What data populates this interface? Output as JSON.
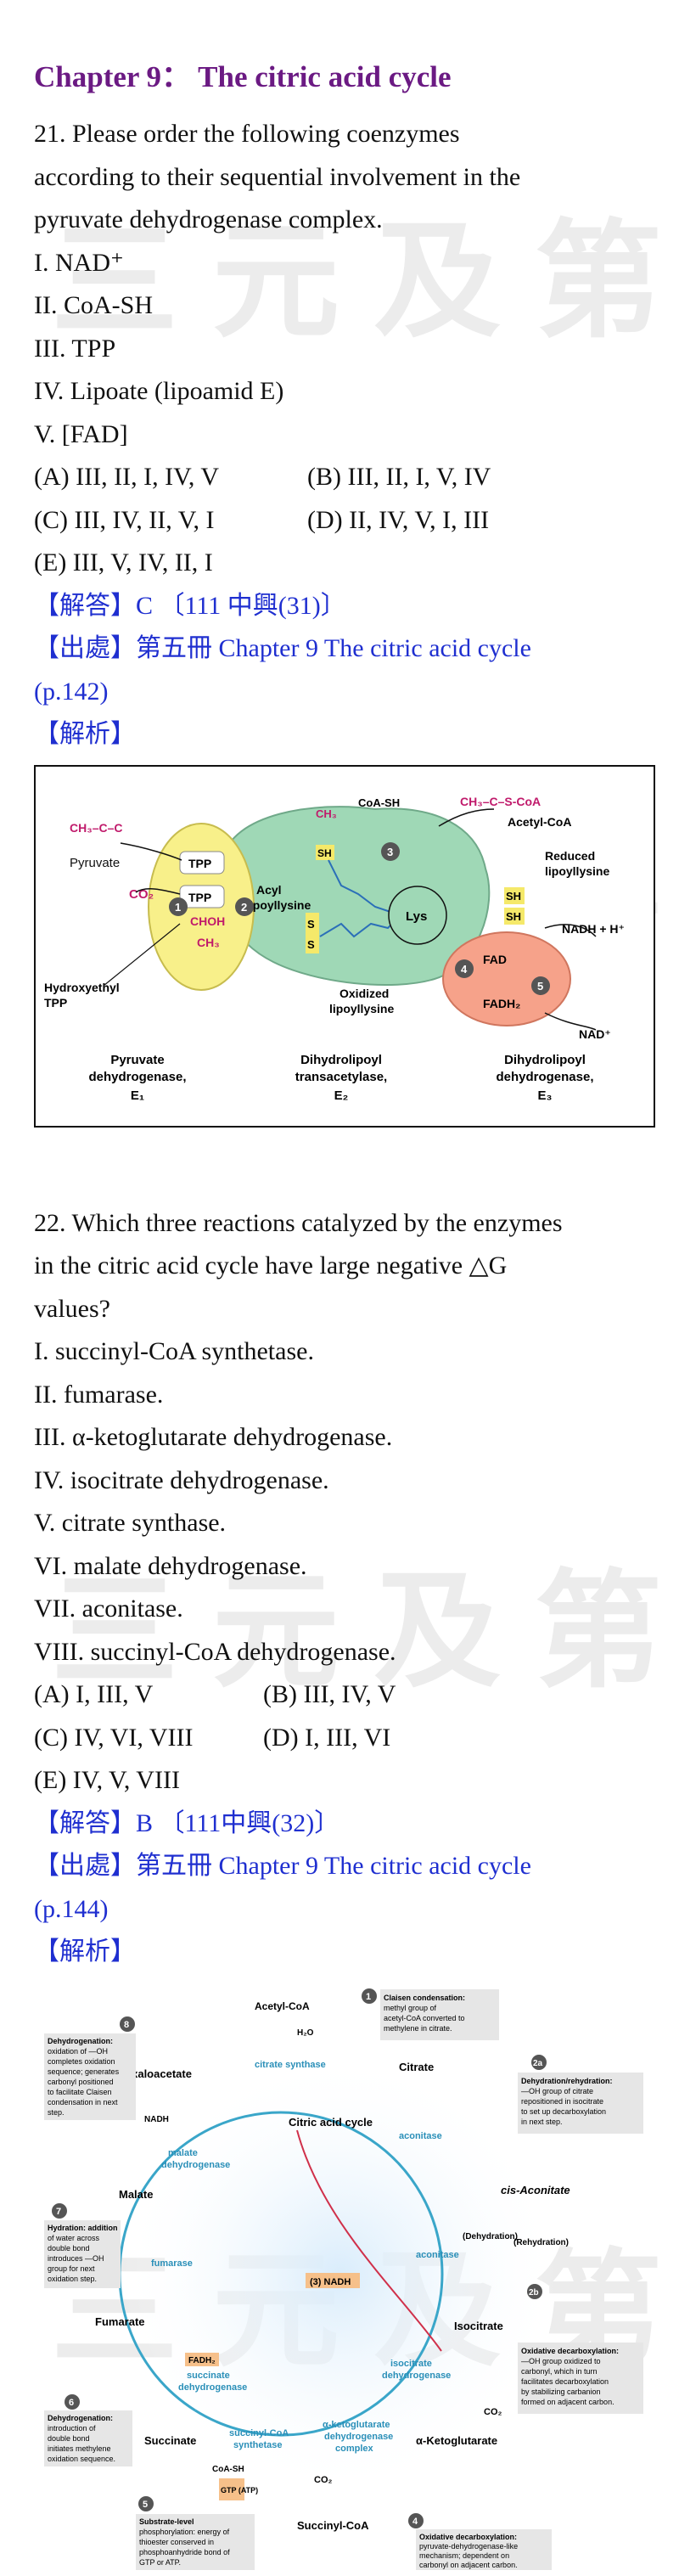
{
  "watermark": "三元及第",
  "chapter_title": "Chapter 9： The citric acid cycle",
  "q21": {
    "stem": [
      "21.  Please order the following coenzymes",
      "according to their sequential involvement in the",
      "pyruvate dehydrogenase complex."
    ],
    "items": [
      "I. NAD⁺",
      "II. CoA-SH",
      "III. TPP",
      "IV. Lipoate (lipoamid E)",
      "V. [FAD]"
    ],
    "options": [
      [
        "(A) III, II, I, IV, V",
        "(B) III, II, I, V, IV"
      ],
      [
        "(C) III, IV, II, V, I",
        "(D) II, IV, V, I, III"
      ],
      [
        "(E) III, V, IV, II, I",
        ""
      ]
    ],
    "answer": "【解答】C    〔111 中興(31)〕",
    "source_1": "【出處】第五冊  Chapter 9 The citric acid cycle",
    "source_2": "(p.142)",
    "analysis": "【解析】"
  },
  "fig1": {
    "pyruvate": "Pyruvate",
    "pyr_struct": "CH₃–C–C",
    "co2": "CO₂",
    "tpp": "TPP",
    "chohp": "CHOH",
    "ch3": "CH₃",
    "hydroxyethyl_1": "Hydroxyethyl",
    "hydroxyethyl_2": "TPP",
    "acyl_1": "Acyl",
    "acyl_2": "lipoyllysine",
    "coash": "CoA-SH",
    "acetylcoa_struct": "CH₃–C–S-CoA",
    "acetylcoa": "Acetyl-CoA",
    "reduced_1": "Reduced",
    "reduced_2": "lipoyllysine",
    "sh": "SH",
    "s": "S",
    "lys": "Lys",
    "fad": "FAD",
    "fadh2": "FADH₂",
    "nadh": "NADH + H⁺",
    "nad": "NAD⁺",
    "oxidized_1": "Oxidized",
    "oxidized_2": "lipoyllysine",
    "steps": [
      "1",
      "2",
      "3",
      "4",
      "5"
    ],
    "e1": [
      "Pyruvate",
      "dehydrogenase,",
      "E₁"
    ],
    "e2": [
      "Dihydrolipoyl",
      "transacetylase,",
      "E₂"
    ],
    "e3": [
      "Dihydrolipoyl",
      "dehydrogenase,",
      "E₃"
    ]
  },
  "q22": {
    "stem": [
      "22. Which three reactions catalyzed by the enzymes",
      "in the citric acid cycle have large negative  △G",
      "values?"
    ],
    "items": [
      "I. succinyl-CoA synthetase.",
      "II. fumarase.",
      "III. α-ketoglutarate dehydrogenase.",
      "IV. isocitrate dehydrogenase.",
      "V. citrate synthase.",
      "VI. malate dehydrogenase.",
      "VII. aconitase.",
      "VIII.  succinyl-CoA dehydrogenase."
    ],
    "options": [
      [
        "(A) I, III, V",
        "(B) III, IV, V"
      ],
      [
        "(C) IV, VI, VIII",
        "(D) I, III, VI"
      ],
      [
        "(E) IV, V, VIII",
        ""
      ]
    ],
    "answer": "【解答】B    〔111中興(32)〕",
    "source_1": "【出處】第五冊  Chapter 9 The citric acid cycle",
    "source_2": "(p.144)",
    "analysis": "【解析】"
  },
  "fig2": {
    "center": "Citric acid cycle",
    "acetyl_coa": "Acetyl-CoA",
    "oxaloacetate": "Oxaloacetate",
    "citrate": "Citrate",
    "cis_aconitate": "cis-Aconitate",
    "isocitrate": "Isocitrate",
    "akg": "α-Ketoglutarate",
    "succinyl_coa": "Succinyl-CoA",
    "succinate": "Succinate",
    "fumarate": "Fumarate",
    "malate": "Malate",
    "enz_citrate_synthase": "citrate synthase",
    "enz_aconitase": "aconitase",
    "enz_aconitase2": "aconitase",
    "enz_isocitrate_1": "isocitrate",
    "enz_isocitrate_2": "dehydrogenase",
    "enz_akg_1": "α-ketoglutarate",
    "enz_akg_2": "dehydrogenase",
    "enz_akg_3": "complex",
    "enz_succ_coa_1": "succinyl-CoA",
    "enz_succ_coa_2": "synthetase",
    "enz_sdh_1": "succinate",
    "enz_sdh_2": "dehydrogenase",
    "enz_fumarase": "fumarase",
    "enz_malate_1": "malate",
    "enz_malate_2": "dehydrogenase",
    "nadh": "NADH",
    "nadh_cycle": "(3) NADH",
    "fadh2": "FADH₂",
    "gtp": "GTP (ATP)",
    "co2": "CO₂",
    "h2o": "H₂O",
    "coash": "CoA-SH",
    "rehydration": "(Rehydration)",
    "dehydration_label": "(Dehydration)",
    "steps": [
      "1",
      "2a",
      "2b",
      "3",
      "4",
      "5",
      "6",
      "7",
      "8"
    ],
    "notes": {
      "n1": [
        "Claisen condensation:",
        "methyl group of",
        "acetyl-CoA converted to",
        "methylene in citrate."
      ],
      "n2a": [
        "Dehydration/rehydration:",
        "—OH group of citrate",
        "repositioned in isocitrate",
        "to set up decarboxylation",
        "in next step."
      ],
      "n3": [
        "Oxidative decarboxylation:",
        "—OH group oxidized to",
        "carbonyl, which in turn",
        "facilitates decarboxylation",
        "by stabilizing carbanion",
        "formed on adjacent carbon."
      ],
      "n4": [
        "Oxidative decarboxylation:",
        "pyruvate-dehydrogenase-like",
        "mechanism; dependent on",
        "carbonyl on adjacent carbon."
      ],
      "n5": [
        "Substrate-level",
        "phosphorylation: energy of",
        "thioester conserved in",
        "phosphoanhydride bond of",
        "GTP or ATP."
      ],
      "n6": [
        "Dehydrogenation:",
        "introduction of",
        "double bond",
        "initiates methylene",
        "oxidation sequence."
      ],
      "n7": [
        "Hydration: addition",
        "of water across",
        "double bond",
        "introduces —OH",
        "group for next",
        "oxidation step."
      ],
      "n8": [
        "Dehydrogenation:",
        "oxidation of —OH",
        "completes oxidation",
        "sequence; generates",
        "carbonyl positioned",
        "to facilitate Claisen",
        "condensation in next",
        "step."
      ]
    }
  }
}
